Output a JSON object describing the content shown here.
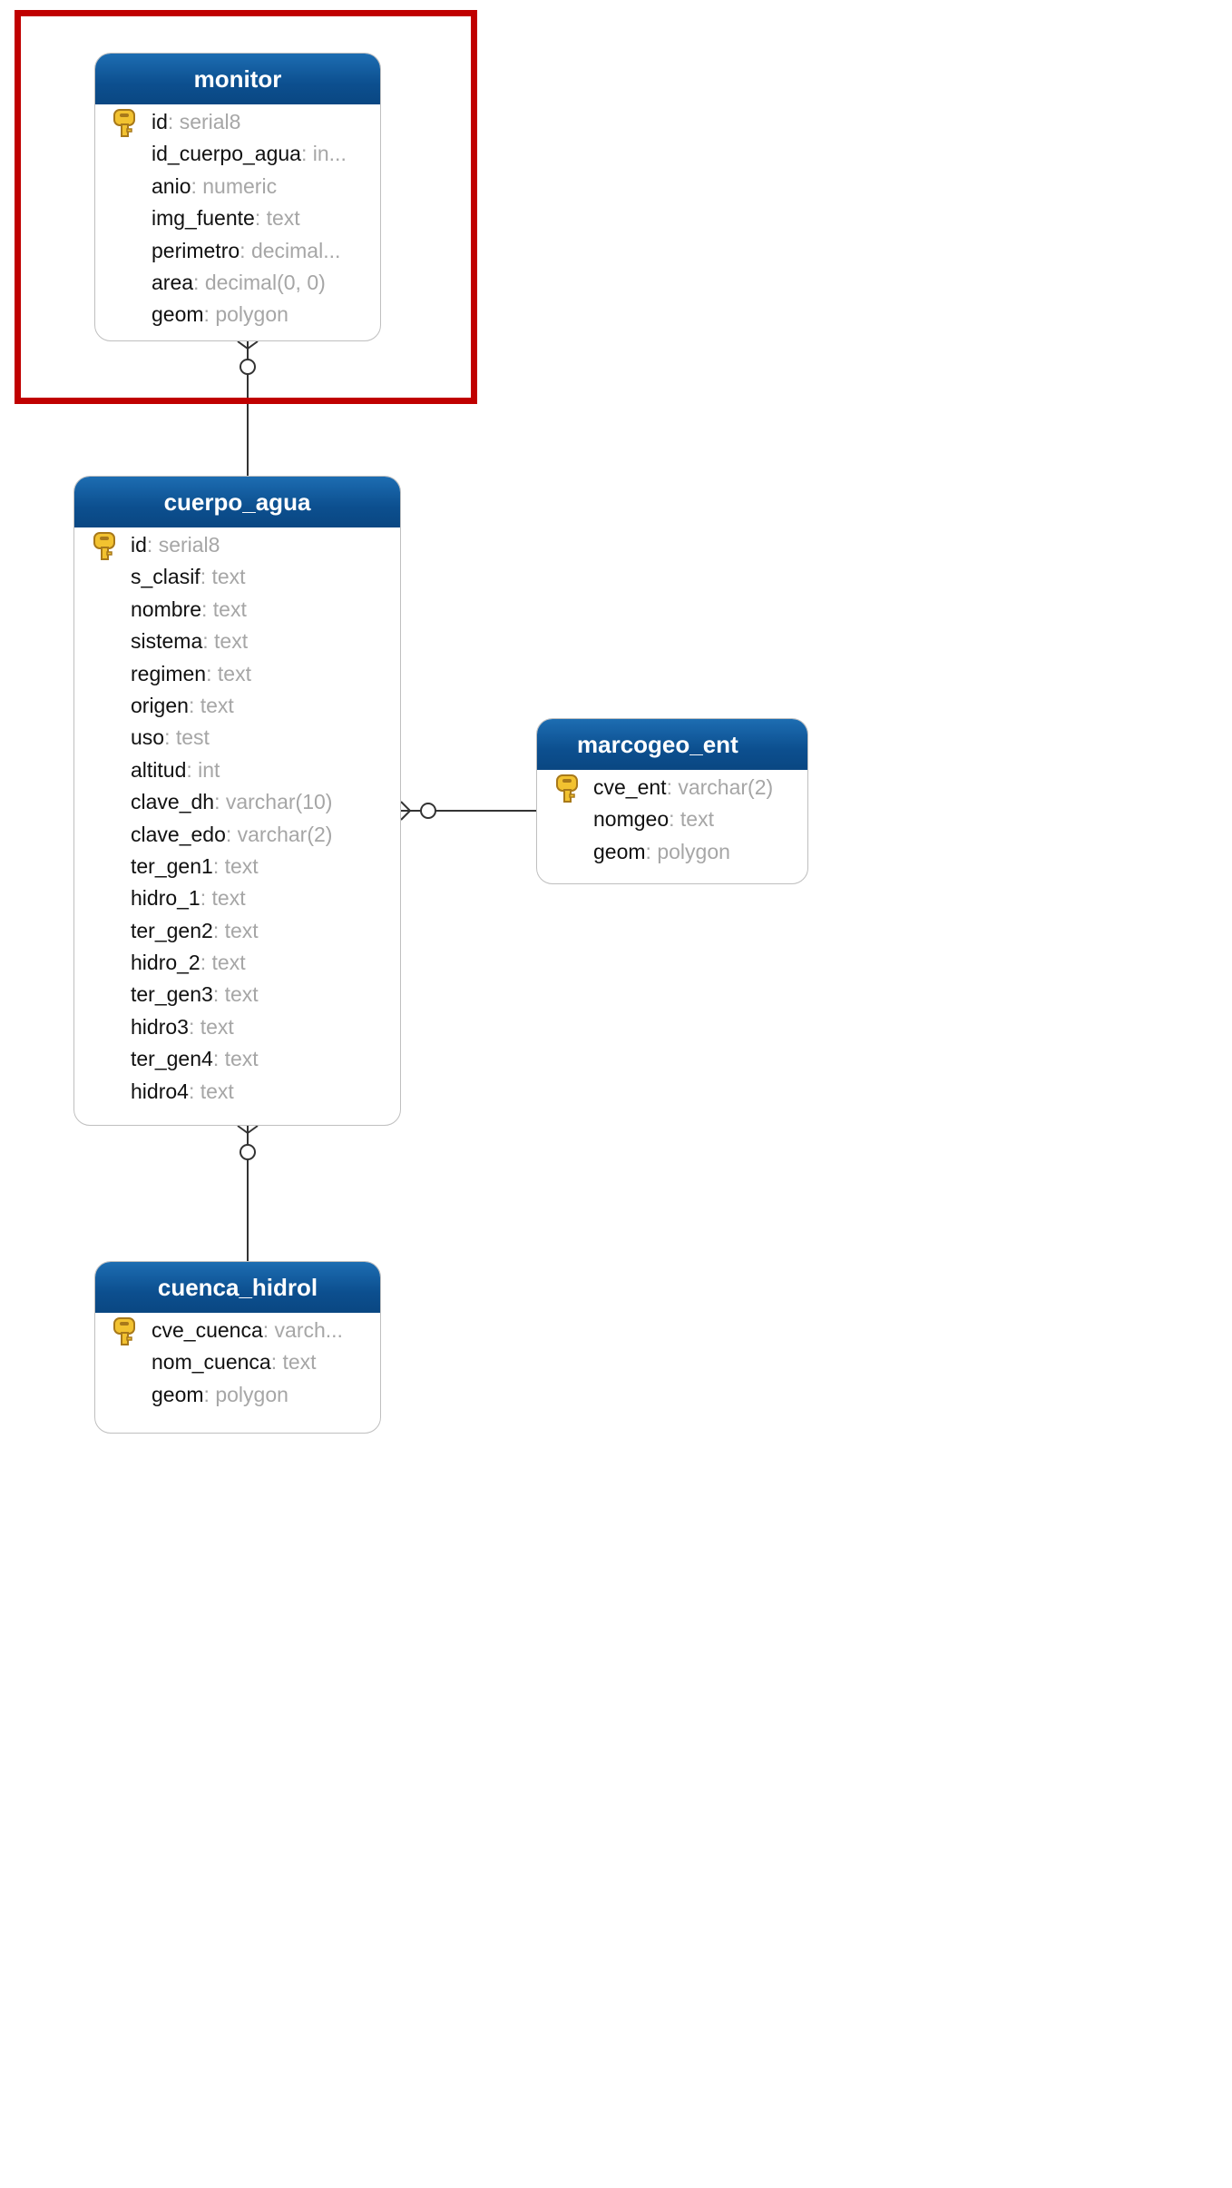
{
  "entities": {
    "monitor": {
      "title": "monitor",
      "fields": [
        {
          "name": "id",
          "type": "serial8",
          "pk": true
        },
        {
          "name": "id_cuerpo_agua",
          "type": "in..."
        },
        {
          "name": "anio",
          "type": "numeric"
        },
        {
          "name": "img_fuente",
          "type": "text"
        },
        {
          "name": "perimetro",
          "type": "decimal..."
        },
        {
          "name": "area",
          "type": "decimal(0, 0)"
        },
        {
          "name": "geom",
          "type": "polygon"
        }
      ]
    },
    "cuerpo_agua": {
      "title": "cuerpo_agua",
      "fields": [
        {
          "name": "id",
          "type": "serial8",
          "pk": true
        },
        {
          "name": "s_clasif",
          "type": "text"
        },
        {
          "name": "nombre",
          "type": "text"
        },
        {
          "name": "sistema",
          "type": "text"
        },
        {
          "name": "regimen",
          "type": "text"
        },
        {
          "name": "origen",
          "type": "text"
        },
        {
          "name": "uso",
          "type": "test"
        },
        {
          "name": "altitud",
          "type": "int"
        },
        {
          "name": "clave_dh",
          "type": "varchar(10)"
        },
        {
          "name": "clave_edo",
          "type": "varchar(2)"
        },
        {
          "name": "ter_gen1",
          "type": "text"
        },
        {
          "name": "hidro_1",
          "type": "text"
        },
        {
          "name": "ter_gen2",
          "type": "text"
        },
        {
          "name": "hidro_2",
          "type": "text"
        },
        {
          "name": "ter_gen3",
          "type": "text"
        },
        {
          "name": "hidro3",
          "type": "text"
        },
        {
          "name": "ter_gen4",
          "type": "text"
        },
        {
          "name": "hidro4",
          "type": "text"
        }
      ]
    },
    "marcogeo_ent": {
      "title": "marcogeo_ent",
      "fields": [
        {
          "name": "cve_ent",
          "type": "varchar(2)",
          "pk": true
        },
        {
          "name": "nomgeo",
          "type": "text"
        },
        {
          "name": "geom",
          "type": "polygon"
        }
      ]
    },
    "cuenca_hidrol": {
      "title": "cuenca_hidrol",
      "fields": [
        {
          "name": "cve_cuenca",
          "type": "varch...",
          "pk": true
        },
        {
          "name": "nom_cuenca",
          "type": "text"
        },
        {
          "name": "geom",
          "type": "polygon"
        }
      ]
    }
  },
  "relationships": [
    {
      "from": "monitor",
      "to": "cuerpo_agua",
      "cardinality": "zero-or-many to one"
    },
    {
      "from": "cuerpo_agua",
      "to": "marcogeo_ent",
      "cardinality": "zero-or-many to one"
    },
    {
      "from": "cuerpo_agua",
      "to": "cuenca_hidrol",
      "cardinality": "zero-or-many to one"
    }
  ],
  "colors": {
    "header_gradient_top": "#1d6db2",
    "header_gradient_bottom": "#0a4782",
    "header_text": "#ffffff",
    "field_name": "#111111",
    "field_type": "#a6a6a6",
    "border": "#bfbfbf",
    "connector": "#333333",
    "highlight": "#c00000",
    "key_icon": "#f2c230"
  },
  "icons": {
    "primary_key": "key-icon"
  }
}
